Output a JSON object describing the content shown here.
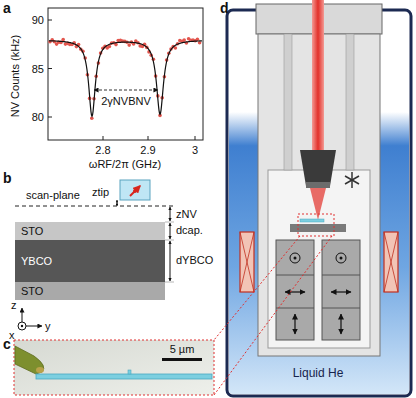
{
  "diagram": {
    "nodes": [
      {
        "text": [
          "STO"
        ]
      },
      {
        "text": [
          "YBCO"
        ]
      },
      {
        "text": [
          "STO"
        ]
      },
      {
        "text": [
          "Liquid He"
        ]
      }
    ],
    "labels": [
      "a",
      "NV Counts (kHz)",
      "90",
      "85",
      "80",
      "2.8",
      "2.9",
      "3",
      "ωRF/2π (GHz)",
      "2γNVBNV",
      "b",
      "scan-plane",
      "zNV",
      "ztip",
      "dcap.",
      "dYBCO",
      "z",
      "x",
      "y",
      "c",
      "5 µm",
      "d"
    ]
  }
}
